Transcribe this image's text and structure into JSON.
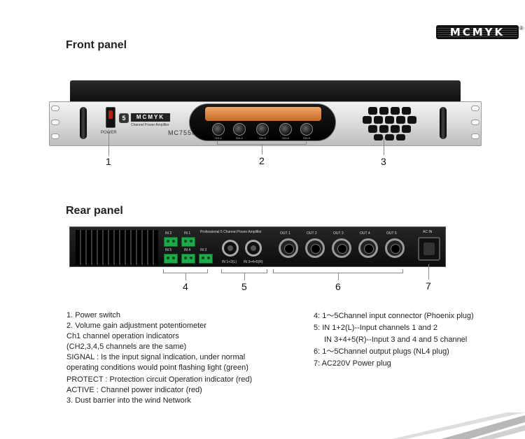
{
  "brand": {
    "logo_text": "MCMYK",
    "logo_mark": "®"
  },
  "front_section": {
    "title": "Front panel",
    "power_label": "POWER",
    "logo_badge": "5",
    "logo_word": "MCMYK",
    "logo_subtitle": "Channel Power Amplifier",
    "model": "MC7550",
    "knob_labels": [
      "CH-1",
      "CH-2",
      "CH-3",
      "CH-4",
      "CH-5"
    ],
    "callouts": [
      "1",
      "2",
      "3"
    ]
  },
  "rear_section": {
    "title": "Rear panel",
    "terminal_labels": [
      "IN 2",
      "IN 1",
      "IN 5",
      "IN 4",
      "IN 3"
    ],
    "xlr_header": "Professional 5 Channel Power Amplifier",
    "xlr_labels": [
      "IN 1+2(L)",
      "IN 3+4+5(R)"
    ],
    "output_labels": [
      "OUT 1",
      "OUT 2",
      "OUT 3",
      "OUT 4",
      "OUT 5"
    ],
    "ac_label": "AC IN",
    "callouts": [
      "4",
      "5",
      "6",
      "7"
    ]
  },
  "descriptions": {
    "left": [
      "1. Power switch",
      "2. Volume gain adjustment potentiometer",
      "Ch1 channel operation indicators",
      "(CH2,3,4,5 channels are the same)",
      "SIGNAL : Is the input signal indication, under normal",
      "operating conditions would point flashing light (green)",
      "PROTECT : Protection circuit Operation indicator (red)",
      "ACTIVE : Channel power indicator (red)",
      "3. Dust barrier into the wind Network"
    ],
    "right": [
      "4: 1～5Channel input connector (Phoenix plug)",
      "5: IN 1+2(L)--Input channels 1 and 2",
      "IN 3+4+5(R)--Input 3 and 4 and 5 channel",
      "6: 1～5Channel output plugs (NL4 plug)",
      "7: AC220V Power plug"
    ]
  },
  "colors": {
    "accent_orange": "#d98a45",
    "terminal_green": "#1faa4a",
    "panel_silver": "#d7d7d7",
    "chassis_black": "#111111"
  }
}
